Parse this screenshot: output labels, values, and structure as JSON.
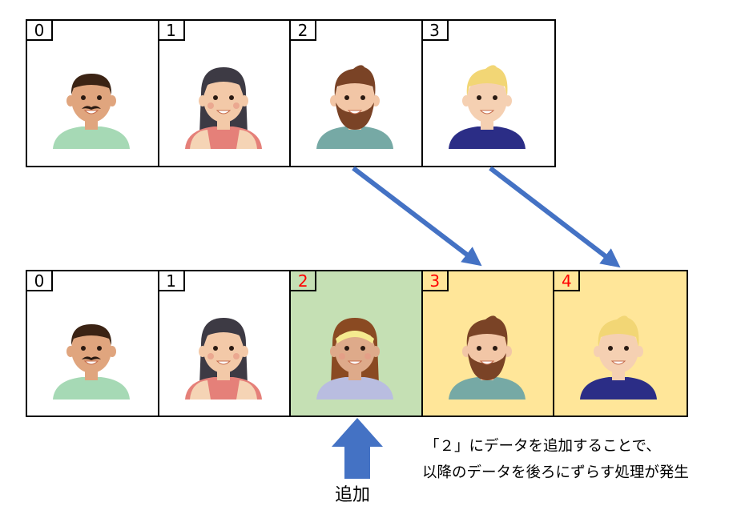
{
  "before": {
    "cells": [
      {
        "index": "0",
        "person": "man-mustache"
      },
      {
        "index": "1",
        "person": "woman-dark-hair"
      },
      {
        "index": "2",
        "person": "man-beard"
      },
      {
        "index": "3",
        "person": "man-blond"
      }
    ]
  },
  "after": {
    "cells": [
      {
        "index": "0",
        "person": "man-mustache",
        "state": "unchanged"
      },
      {
        "index": "1",
        "person": "woman-dark-hair",
        "state": "unchanged"
      },
      {
        "index": "2",
        "person": "woman-headband",
        "state": "inserted"
      },
      {
        "index": "3",
        "person": "man-beard",
        "state": "shifted"
      },
      {
        "index": "4",
        "person": "man-blond",
        "state": "shifted"
      }
    ]
  },
  "insert_label": "追加",
  "note": {
    "line1": "「２」にデータを追加することで、",
    "line2": "以降のデータを後ろにずらす処理が発生"
  },
  "colors": {
    "inserted": "#c5e0b4",
    "shifted": "#ffe699",
    "arrow": "#4472c4",
    "new_index": "#ff0000"
  }
}
